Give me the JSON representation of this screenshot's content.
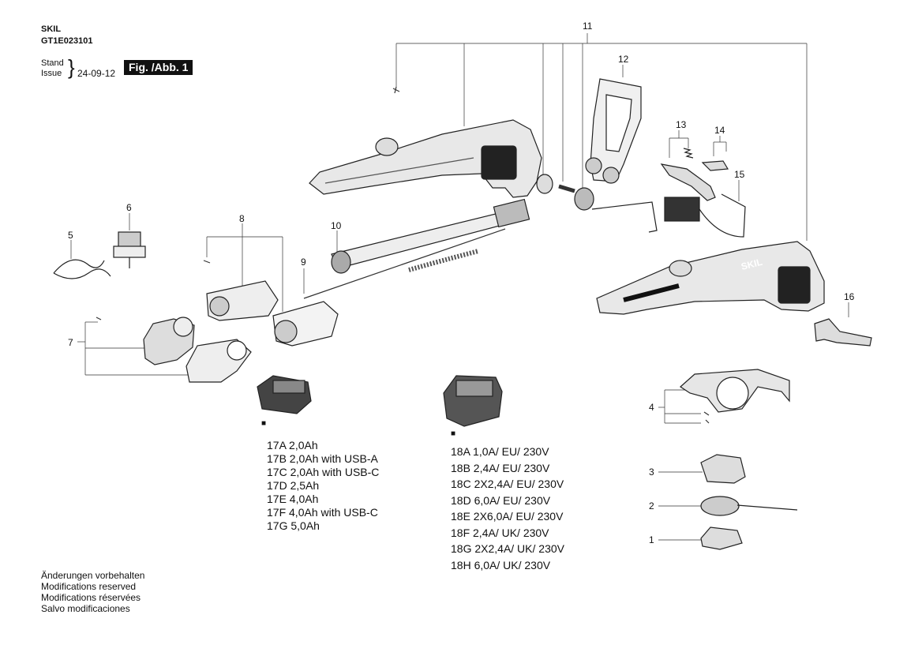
{
  "header": {
    "brand": "SKIL",
    "model": "GT1E023101",
    "stand_issue_label_1": "Stand",
    "stand_issue_label_2": "Issue",
    "brace": "}",
    "date": "24-09-12",
    "fig_label": "Fig. /Abb. 1"
  },
  "callouts": {
    "c1": "1",
    "c2": "2",
    "c3": "3",
    "c4": "4",
    "c5": "5",
    "c6": "6",
    "c7": "7",
    "c8": "8",
    "c9": "9",
    "c10": "10",
    "c11": "11",
    "c12": "12",
    "c13": "13",
    "c14": "14",
    "c15": "15",
    "c16": "16"
  },
  "battery": {
    "marker": "■",
    "items": [
      "17A  2,0Ah",
      "17B  2,0Ah with USB-A",
      "17C  2,0Ah with USB-C",
      "17D  2,5Ah",
      "17E  4,0Ah",
      "17F  4,0Ah with USB-C",
      "17G  5,0Ah"
    ]
  },
  "charger": {
    "marker": "■",
    "items": [
      "18A  1,0A/ EU/ 230V",
      "18B  2,4A/ EU/ 230V",
      "18C  2X2,4A/ EU/ 230V",
      "18D  6,0A/ EU/ 230V",
      "18E  2X6,0A/ EU/ 230V",
      "18F  2,4A/ UK/ 230V",
      "18G  2X2,4A/ UK/ 230V",
      "18H  6,0A/ UK/ 230V"
    ]
  },
  "footer": {
    "lines": [
      "Änderungen vorbehalten",
      "Modifications reserved",
      "Modifications réservées",
      "Salvo modificaciones"
    ]
  },
  "logo_text": "SKIL"
}
